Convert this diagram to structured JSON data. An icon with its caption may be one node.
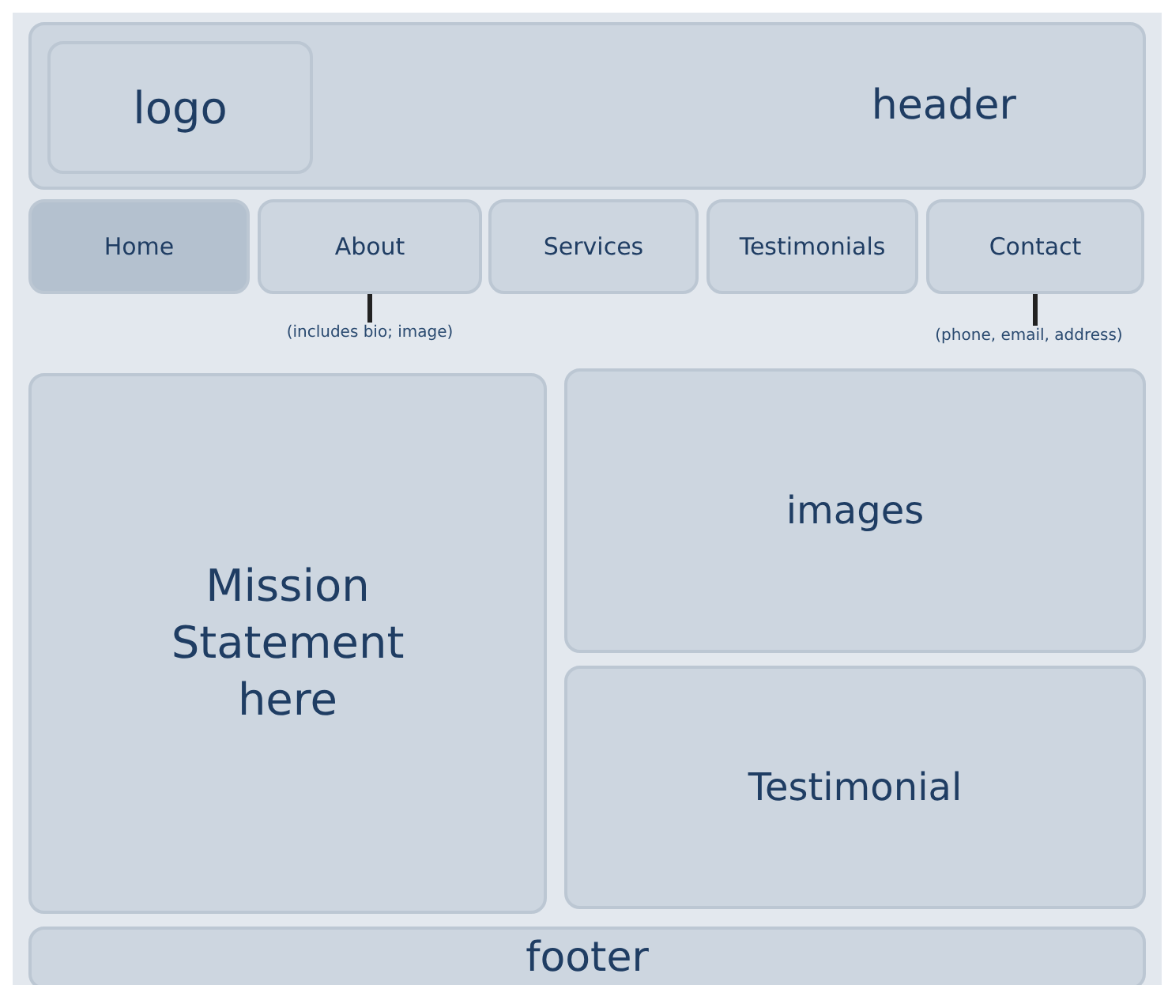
{
  "diagram": {
    "nodes": [
      {
        "text": [
          "header"
        ]
      },
      {
        "text": [
          "logo"
        ],
        "in": 0
      },
      {
        "text": [
          "Home"
        ]
      },
      {
        "text": [
          "About"
        ]
      },
      {
        "text": [
          "Services"
        ]
      },
      {
        "text": [
          "Testimonials"
        ]
      },
      {
        "text": [
          "Contact"
        ]
      },
      {
        "text": [
          "(includes bio; image)"
        ]
      },
      {
        "text": [
          "(phone, email, address)"
        ]
      },
      {
        "text": [
          "Mission Statement here"
        ]
      },
      {
        "text": [
          "images"
        ]
      },
      {
        "text": [
          "Testimonial"
        ]
      },
      {
        "text": [
          "footer"
        ]
      }
    ],
    "edges": [
      {
        "from": 7,
        "to": 3,
        "arrow": "none"
      },
      {
        "from": 8,
        "to": 6,
        "arrow": "none"
      }
    ]
  }
}
